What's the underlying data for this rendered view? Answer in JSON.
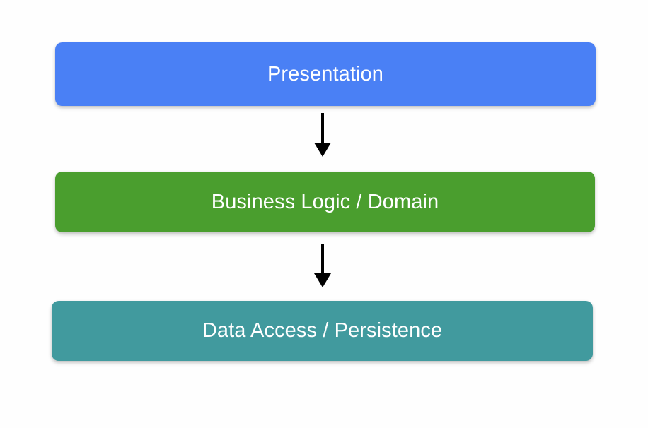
{
  "diagram": {
    "type": "layered-architecture-flow",
    "orientation": "vertical-top-down",
    "background_color": "#fefefe",
    "layers": [
      {
        "id": "presentation",
        "label": "Presentation",
        "color": "#4a80f5",
        "text_color": "#ffffff",
        "order": 1
      },
      {
        "id": "business",
        "label": "Business Logic / Domain",
        "color": "#4a9e2e",
        "text_color": "#ffffff",
        "order": 2
      },
      {
        "id": "data",
        "label": "Data Access / Persistence",
        "color": "#419a9e",
        "text_color": "#ffffff",
        "order": 3
      }
    ],
    "connectors": [
      {
        "id": "arrow-presentation-to-business",
        "from": "presentation",
        "to": "business",
        "style": "solid-arrow",
        "color": "#000000"
      },
      {
        "id": "arrow-business-to-data",
        "from": "business",
        "to": "data",
        "style": "solid-arrow",
        "color": "#000000"
      }
    ]
  }
}
